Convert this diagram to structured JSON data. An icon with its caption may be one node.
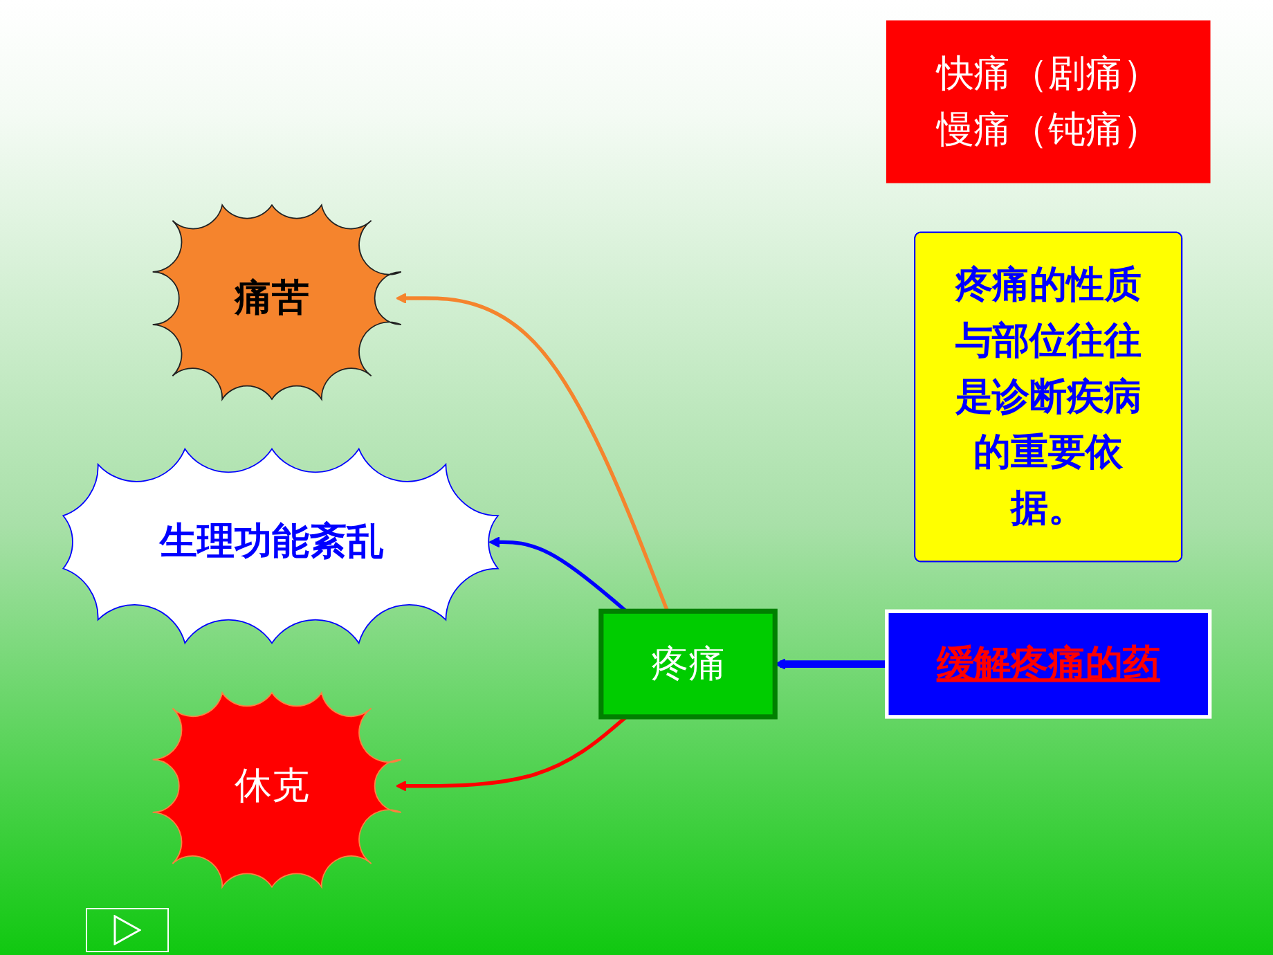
{
  "diagram": {
    "nodes": [
      {
        "text": [
          "痛苦"
        ]
      },
      {
        "text": [
          "快痛（剧痛）",
          "慢痛（钝痛）"
        ]
      },
      {
        "text": [
          "生理功能紊乱"
        ]
      },
      {
        "text": [
          "疼痛"
        ]
      },
      {
        "text": [
          "疼痛的性质与部位往往是诊断疾病的重要依据。"
        ]
      },
      {
        "text": [
          "休克"
        ]
      },
      {
        "text": [
          "缓解疼痛的药"
        ]
      }
    ],
    "edges": [
      {
        "from": 3,
        "to": 0,
        "arrow": "to",
        "color": "#f5842d"
      },
      {
        "from": 3,
        "to": 2,
        "arrow": "to",
        "color": "#0000ff"
      },
      {
        "from": 3,
        "to": 5,
        "arrow": "to",
        "color": "#ff0000"
      },
      {
        "from": 6,
        "to": 3,
        "arrow": "to",
        "style": "thick",
        "color": "#0000ff"
      }
    ]
  }
}
